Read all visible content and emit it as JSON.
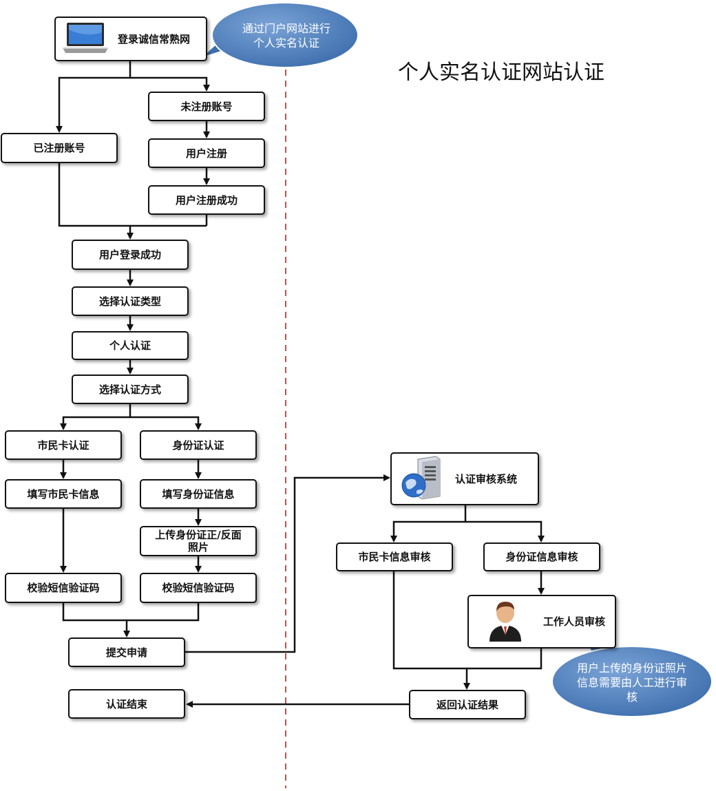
{
  "title": "个人实名认证网站认证",
  "bubbles": {
    "portal": "通过门户网站进行个人实名认证",
    "manual": "用户上传的身份证照片信息需要由人工进行审核"
  },
  "nodes": {
    "login_site": "登录诚信常熟网",
    "unregistered": "未注册账号",
    "registered": "已注册账号",
    "user_register": "用户注册",
    "register_success": "用户注册成功",
    "login_success": "用户登录成功",
    "select_type": "选择认证类型",
    "personal_auth": "个人认证",
    "select_method": "选择认证方式",
    "citizen_card_auth": "市民卡认证",
    "id_card_auth": "身份证认证",
    "fill_citizen_card": "填写市民卡信息",
    "fill_id_card": "填写身份证信息",
    "upload_id_photo": "上传身份证正/反面照片",
    "verify_sms_left": "校验短信验证码",
    "verify_sms_right": "校验短信验证码",
    "submit": "提交申请",
    "auth_end": "认证结束",
    "review_system": "认证审核系统",
    "citizen_card_review": "市民卡信息审核",
    "id_card_review": "身份证信息审核",
    "staff_review": "工作人员审核",
    "return_result": "返回认证结果"
  },
  "icons": [
    "laptop-icon",
    "server-icon",
    "person-icon"
  ],
  "colors": {
    "bubble": "#4f81bd",
    "divider": "#c0504d",
    "line": "#111111"
  }
}
